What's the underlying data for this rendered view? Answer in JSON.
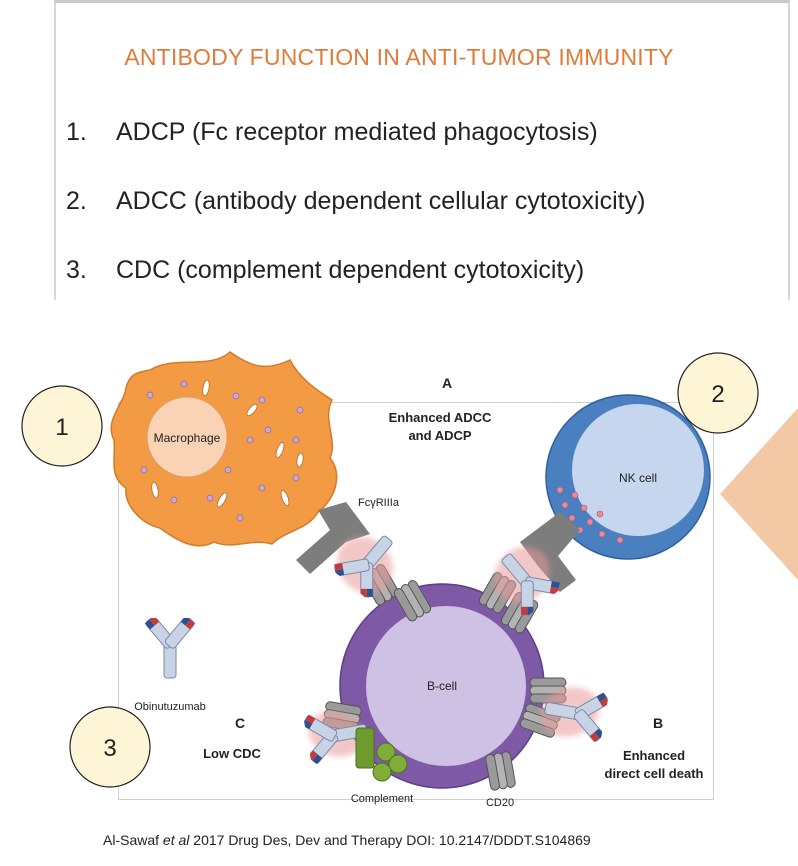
{
  "header": {
    "title": "ANTIBODY FUNCTION IN ANTI-TUMOR IMMUNITY"
  },
  "list": [
    {
      "num": "1.",
      "text": "ADCP (Fc receptor mediated phagocytosis)"
    },
    {
      "num": "2.",
      "text": "ADCC (antibody dependent cellular cytotoxicity)"
    },
    {
      "num": "3.",
      "text": "CDC (complement dependent cytotoxicity)"
    }
  ],
  "diagram": {
    "badges": [
      "1",
      "2",
      "3"
    ],
    "section_a_letter": "A",
    "section_a_line1": "Enhanced ADCC",
    "section_a_line2": "and ADCP",
    "section_b_letter": "B",
    "section_b_line1": "Enhanced",
    "section_b_line2": "direct cell death",
    "section_c_letter": "C",
    "section_c_line1": "Low CDC",
    "macrophage": "Macrophage",
    "nk_cell": "NK cell",
    "b_cell": "B-cell",
    "receptor": "FcγRIIIa",
    "antibody": "Obinutuzumab",
    "complement": "Complement",
    "cd20": "CD20",
    "colors": {
      "title": "#e07b39",
      "macrophage": "#f39a45",
      "nk_outer": "#4a7fc0",
      "nk_inner": "#c5d6ee",
      "bcell_outer": "#7e5aa6",
      "bcell_inner": "#cfc1e4",
      "complement": "#6f9a2f",
      "badge": "#fdf5d6"
    }
  },
  "citation": {
    "author": "Al-Sawaf ",
    "etal": "et al",
    "rest": " 2017 Drug Des, Dev and Therapy DOI: 10.2147/DDDT.S104869"
  }
}
